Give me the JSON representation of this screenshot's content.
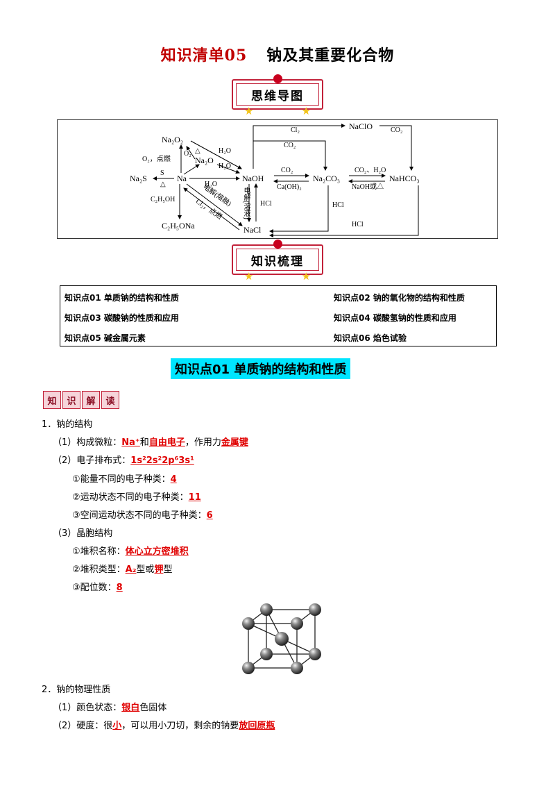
{
  "title": {
    "red": "知识清单05",
    "black": "钠及其重要化合物"
  },
  "banners": {
    "mind_map": "思维导图",
    "knowledge": "知识梳理"
  },
  "map": {
    "na2o2": "Na₂O₂",
    "na2o": "Na₂O",
    "na": "Na",
    "naoh": "NaOH",
    "na2s": "Na₂S",
    "na2co3": "Na₂CO₃",
    "nahco3": "NaHCO₃",
    "naclo": "NaClO",
    "nacl": "NaCl",
    "c2h5ona": "C₂H₅ONa",
    "o2_ignite": "O₂，点燃",
    "o2": "O₂",
    "delta": "△",
    "s": "S",
    "h2o_1": "H₂O",
    "h2o_2": "H₂O",
    "h2o_3": "H₂O",
    "c2h5oh": "C₂H₅OH",
    "electrolysis_melt": "电解(熔融)",
    "cl2_ignite": "Cl₂，点燃",
    "electrolysis_sol": "电解(溶液)",
    "hcl_1": "HCl",
    "hcl_2": "HCl",
    "hcl_3": "HCl",
    "co2_1": "CO₂",
    "caoh2": "Ca(OH)₂",
    "cl2": "Cl₂",
    "co2_2": "CO₂",
    "co2_h2o": "CO₂、H₂O",
    "naoh_or_heat": "NaOH或△",
    "co2_3": "CO₂"
  },
  "knowledge_points": [
    "知识点01 单质钠的结构和性质",
    "知识点02 钠的氧化物的结构和性质",
    "知识点03 碳酸钠的性质和应用",
    "知识点04 碳酸氢钠的性质和应用",
    "知识点05  碱金属元素",
    "知识点06  焰色试验"
  ],
  "section_title": "知识点01    单质钠的结构和性质",
  "badge": [
    "知",
    "识",
    "解",
    "读"
  ],
  "content": {
    "h1": "1．钠的结构",
    "l1_pre": "（1）构成微粒：",
    "l1_a1": "Na⁺",
    "l1_mid": "和",
    "l1_a2": "自由电子",
    "l1_mid2": "，作用力",
    "l1_a3": "金属键",
    "l2_pre": "（2）电子排布式：",
    "l2_a": "1s²2s²2p⁶3s¹",
    "l3_pre": "①能量不同的电子种类：",
    "l3_a": "4",
    "l4_pre": "②运动状态不同的电子种类：",
    "l4_a": "11",
    "l5_pre": "③空间运动状态不同的电子种类：",
    "l5_a": "6",
    "l6": "（3）晶胞结构",
    "l7_pre": "①堆积名称：",
    "l7_a": "体心立方密堆积",
    "l8_pre": "②堆积类型：",
    "l8_a1": "A₂",
    "l8_mid": "型或",
    "l8_a2": "钾",
    "l8_post": "型",
    "l9_pre": "③配位数：",
    "l9_a": "8",
    "h2": "2．钠的物理性质",
    "l10_pre": "（1）颜色状态：",
    "l10_a": "银白",
    "l10_post": "色固体",
    "l11_pre": "（2）硬度：很",
    "l11_a1": "小",
    "l11_mid": "，可以用小刀切，剩余的钠要",
    "l11_a2": "放回原瓶"
  }
}
